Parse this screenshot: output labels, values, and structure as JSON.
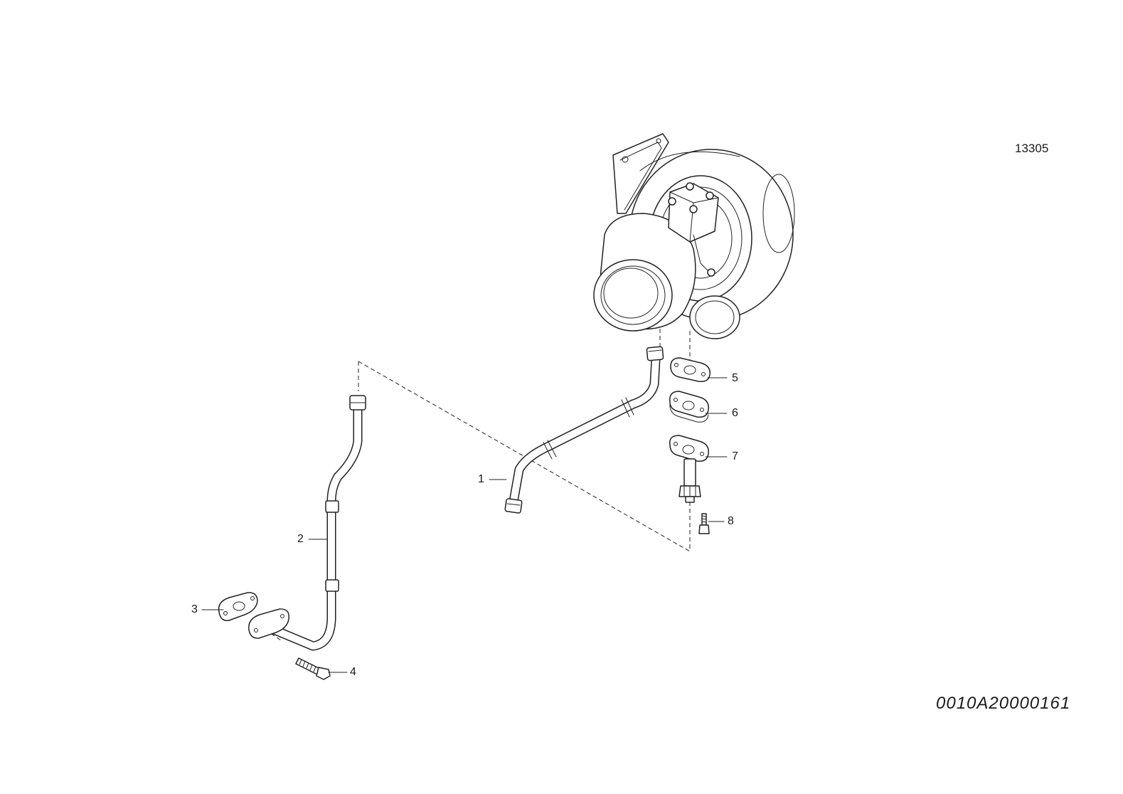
{
  "reference_number": "13305",
  "document_code": "0010A20000161",
  "callouts": [
    {
      "id": "1",
      "label": "1"
    },
    {
      "id": "2",
      "label": "2"
    },
    {
      "id": "3",
      "label": "3"
    },
    {
      "id": "4",
      "label": "4"
    },
    {
      "id": "5",
      "label": "5"
    },
    {
      "id": "6",
      "label": "6"
    },
    {
      "id": "7",
      "label": "7"
    },
    {
      "id": "8",
      "label": "8"
    }
  ]
}
